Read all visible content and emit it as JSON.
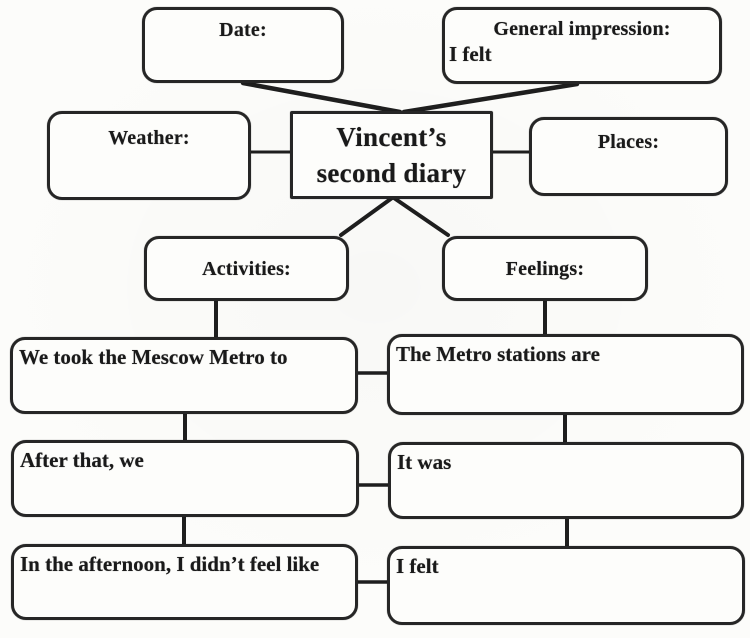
{
  "center_node": {
    "line1": "Vincent’s",
    "line2": "second diary"
  },
  "nodes": {
    "date": {
      "label": "Date:"
    },
    "general_impression": {
      "heading": "General impression:",
      "prompt": "I felt"
    },
    "weather": {
      "label": "Weather:"
    },
    "places": {
      "label": "Places:"
    },
    "activities": {
      "label": "Activities:"
    },
    "feelings": {
      "label": "Feelings:"
    }
  },
  "entries": {
    "activity_1": "We took the Mescow Metro to",
    "feeling_1": "The Metro stations are",
    "activity_2": "After that, we",
    "feeling_2": "It was",
    "activity_3": "In the afternoon, I didn’t feel like",
    "feeling_3": "I felt"
  },
  "colors": {
    "ink": "#1a1a1a",
    "border": "#262626",
    "paper": "#fcfcfa"
  }
}
